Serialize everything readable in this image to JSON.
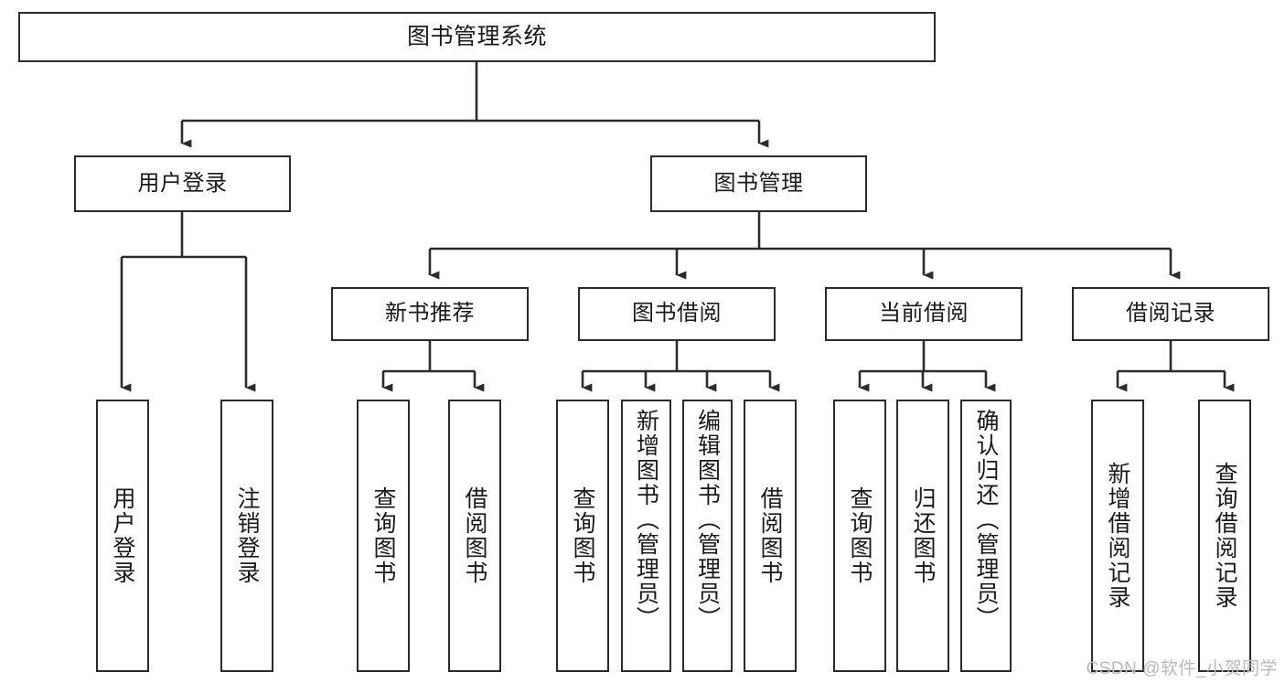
{
  "diagram": {
    "title": "图书管理系统",
    "type": "tree-hierarchy",
    "watermark": "CSDN @软件_小贺同学",
    "line_color": "#2b2b2b",
    "box_fill": "#ffffff",
    "text_color": "#1a1a1a",
    "watermark_color": "#b9b9b9"
  },
  "nodes": {
    "root": {
      "label": "图书管理系统"
    },
    "level2": [
      {
        "id": "user-login",
        "label": "用户登录"
      },
      {
        "id": "book-manage",
        "label": "图书管理"
      }
    ],
    "level3": [
      {
        "id": "new-book-rec",
        "label": "新书推荐"
      },
      {
        "id": "book-borrow",
        "label": "图书借阅"
      },
      {
        "id": "current-borrow",
        "label": "当前借阅"
      },
      {
        "id": "borrow-record",
        "label": "借阅记录"
      }
    ],
    "leaves": [
      {
        "id": "leaf-user-login",
        "label": "用户登录",
        "parent": "user-login"
      },
      {
        "id": "leaf-logout",
        "label": "注销登录",
        "parent": "user-login"
      },
      {
        "id": "leaf-query-book-1",
        "label": "查询图书",
        "parent": "new-book-rec"
      },
      {
        "id": "leaf-borrow-book-1",
        "label": "借阅图书",
        "parent": "new-book-rec"
      },
      {
        "id": "leaf-query-book-2",
        "label": "查询图书",
        "parent": "book-borrow"
      },
      {
        "id": "leaf-add-book",
        "label": "新增图书（管理员）",
        "parent": "book-borrow"
      },
      {
        "id": "leaf-edit-book",
        "label": "编辑图书（管理员）",
        "parent": "book-borrow"
      },
      {
        "id": "leaf-borrow-book-2",
        "label": "借阅图书",
        "parent": "book-borrow"
      },
      {
        "id": "leaf-query-book-3",
        "label": "查询图书",
        "parent": "current-borrow"
      },
      {
        "id": "leaf-return-book",
        "label": "归还图书",
        "parent": "current-borrow"
      },
      {
        "id": "leaf-confirm-return",
        "label": "确认归还（管理员）",
        "parent": "current-borrow"
      },
      {
        "id": "leaf-add-record",
        "label": "新增借阅记录",
        "parent": "borrow-record"
      },
      {
        "id": "leaf-query-record",
        "label": "查询借阅记录",
        "parent": "borrow-record"
      }
    ]
  }
}
